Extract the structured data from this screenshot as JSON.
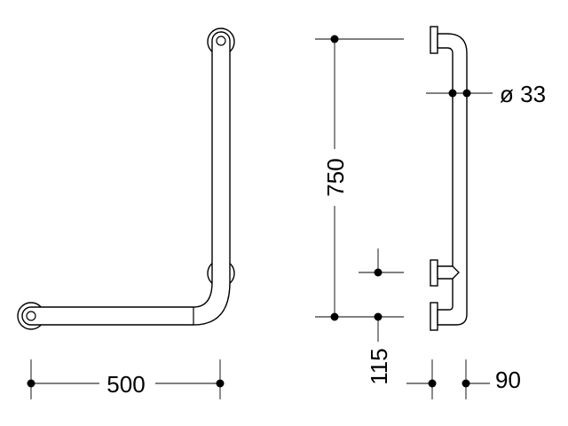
{
  "dimensions": {
    "width": "500",
    "height": "750",
    "offset": "115",
    "depth": "90",
    "diameter": "ø 33"
  },
  "colors": {
    "line": "#000000",
    "background": "#ffffff"
  }
}
